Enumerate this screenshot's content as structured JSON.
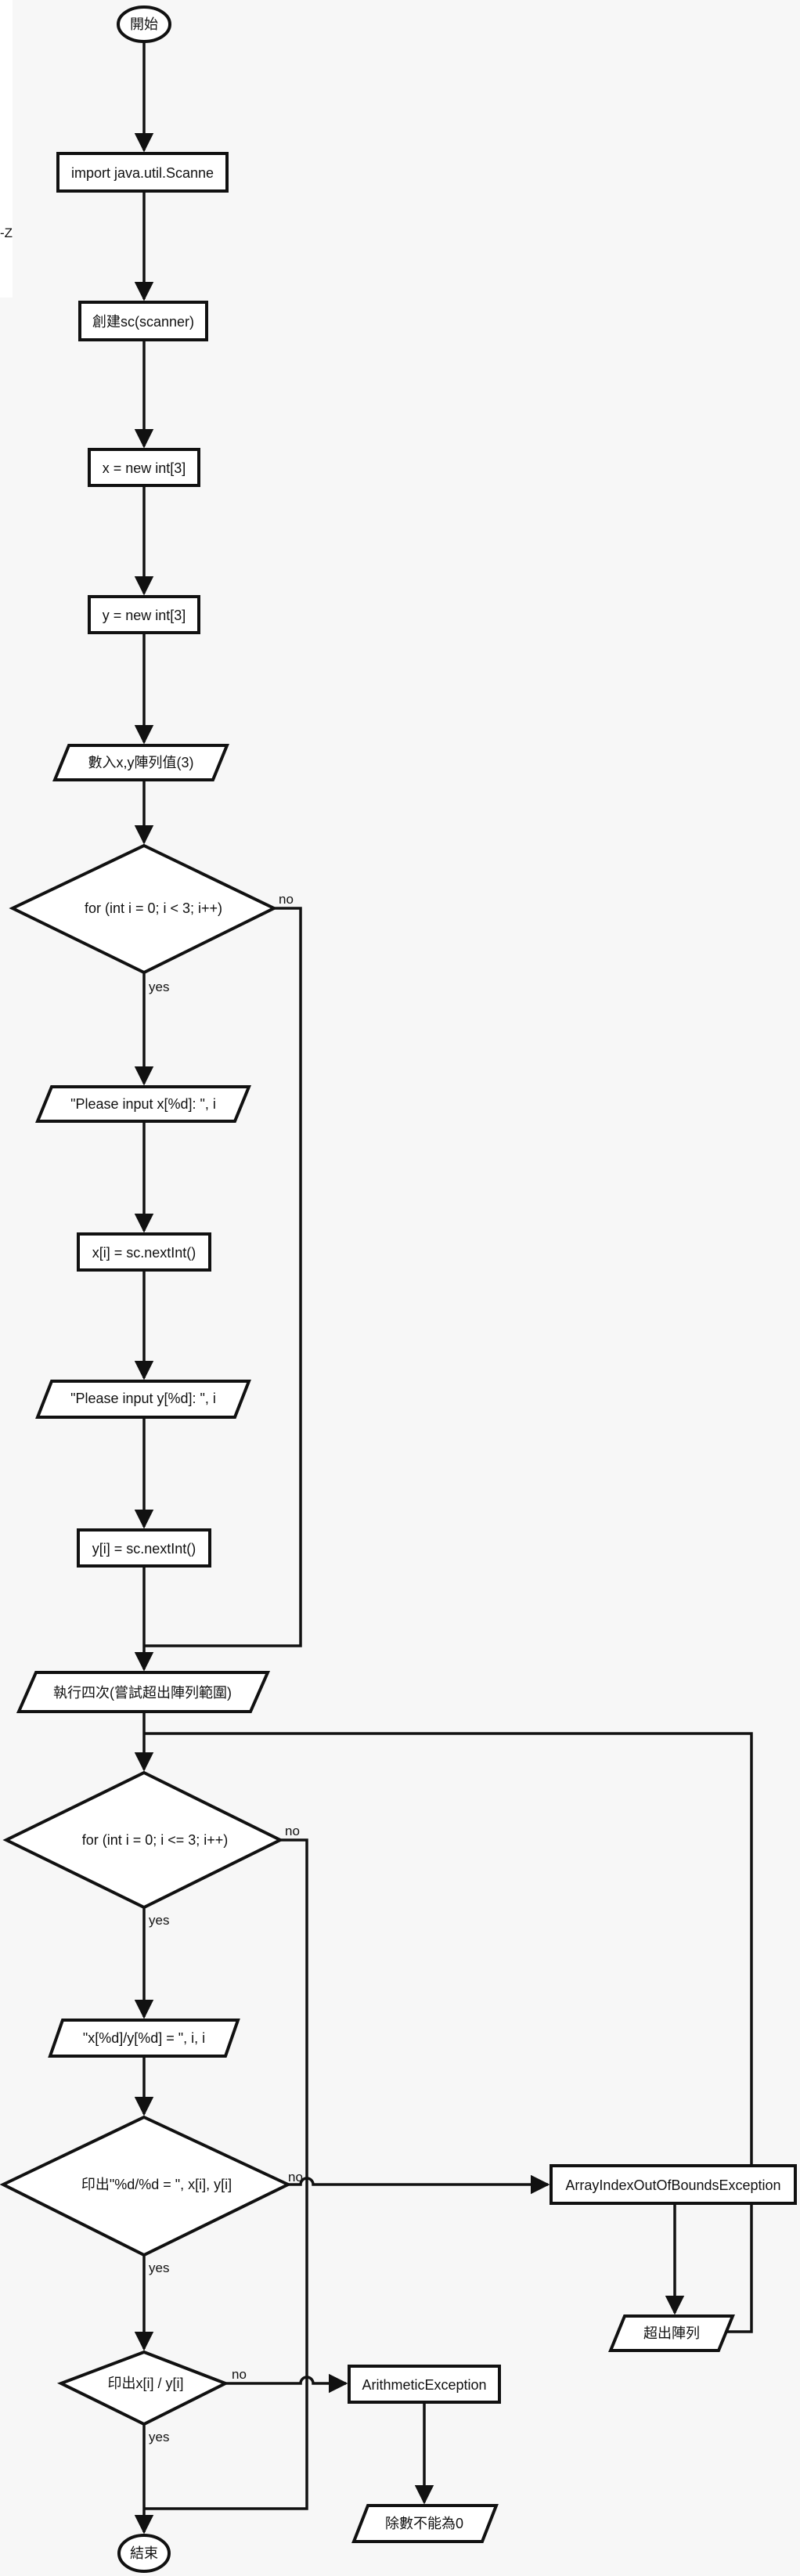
{
  "nodes": {
    "start": "開始",
    "import": "import java.util.Scanne",
    "create_sc": "創建sc(scanner)",
    "x_array": "x = new int[3]",
    "y_array": "y = new int[3]",
    "input_arrays": "數入x,y陣列值(3)",
    "loop1": "for (int i = 0; i < 3; i++)",
    "prompt_x": "\"Please input x[%d]: \", i",
    "read_x": "x[i] = sc.nextInt()",
    "prompt_y": "\"Please input y[%d]: \", i",
    "read_y": "y[i] = sc.nextInt()",
    "run_four": "執行四次(嘗試超出陣列範圍)",
    "loop2": "for (int i = 0; i <= 3; i++)",
    "format_text": "\"x[%d]/y[%d] = \", i, i",
    "print_format": "印出\"%d/%d = \", x[i], y[i]",
    "array_exception": "ArrayIndexOutOfBoundsException",
    "out_of_array": "超出陣列",
    "print_div": "印出x[i] / y[i]",
    "arith_exception": "ArithmeticException",
    "div_zero": "除數不能為0",
    "end": "結束"
  },
  "edge_labels": {
    "loop1_yes": "yes",
    "loop1_no": "no",
    "loop2_yes": "yes",
    "loop2_no": "no",
    "print_yes": "yes",
    "print_no": "no",
    "div_yes": "yes",
    "div_no": "no"
  },
  "left_edge_fragment": "-Z"
}
